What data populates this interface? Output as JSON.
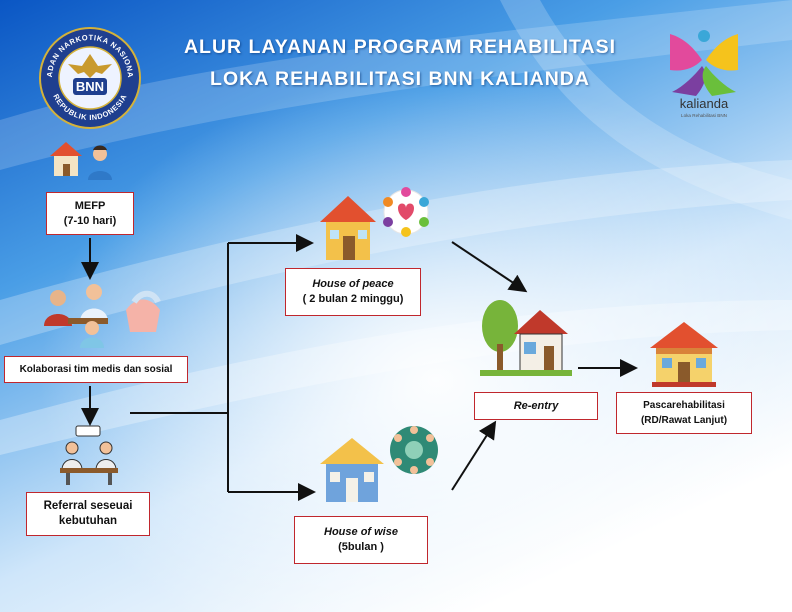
{
  "header": {
    "title_line1": "ALUR LAYANAN PROGRAM REHABILITASI",
    "title_line2": "LOKA REHABILITASI BNN KALIANDA"
  },
  "logos": {
    "bnn_ring_top": "BADAN NARKOTIKA NASIONAL",
    "bnn_ring_bottom": "REPUBLIK INDONESIA",
    "bnn_center": "BNN",
    "kalianda_name": "kalianda",
    "kalianda_tagline": "Loka Rehabilitasi BNN"
  },
  "steps": {
    "mefp": {
      "line1": "MEFP",
      "line2": "(7-10 hari)"
    },
    "kolaborasi": {
      "label": "Kolaborasi tim medis dan sosial"
    },
    "referral": {
      "line1": "Referral seseuai",
      "line2": "kebutuhan"
    },
    "house_of_peace": {
      "line1": "House of peace",
      "line2": "( 2 bulan 2 minggu)"
    },
    "house_of_wise": {
      "line1": "House of wise",
      "line2": "(5bulan )"
    },
    "reentry": {
      "label": "Re-entry"
    },
    "pasca": {
      "line1": "Pascarehabilitasi",
      "line2": "(RD/Rawat Lanjut)"
    }
  },
  "colors": {
    "box_border": "#c0272d",
    "arrow": "#111111",
    "title_text": "#ffffff"
  }
}
